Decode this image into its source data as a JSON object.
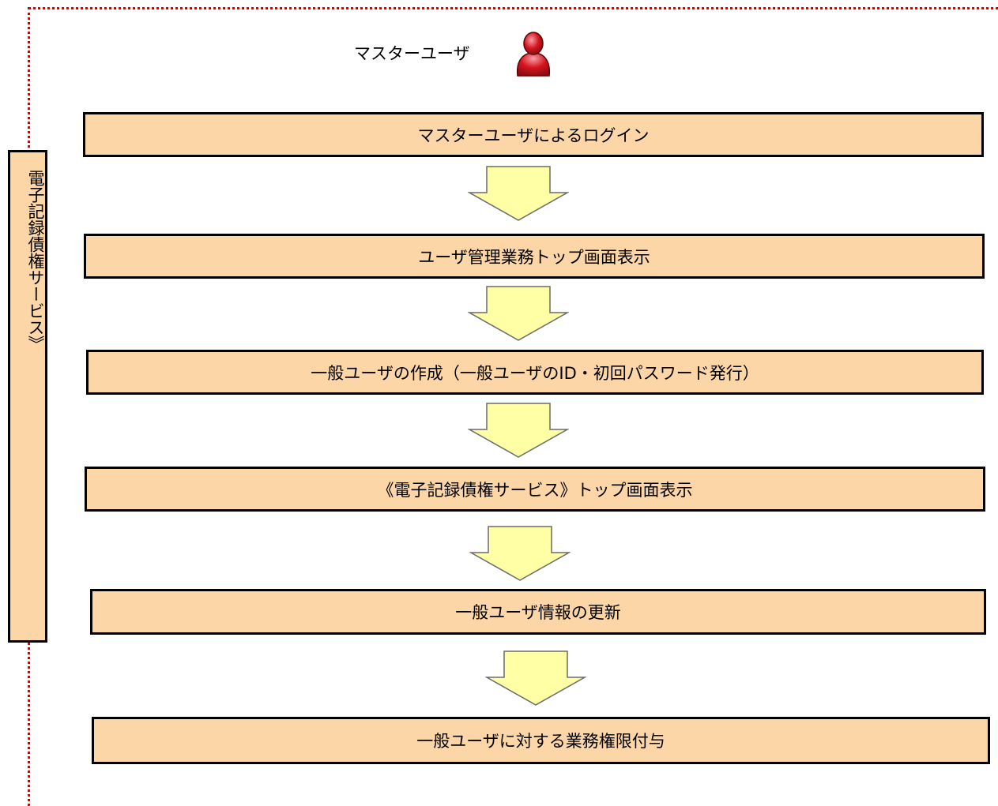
{
  "actor": {
    "label": "マスターユーザ",
    "icon": "user-icon",
    "icon_color": "#d4141e"
  },
  "side_label": "電子記録債権サービス》",
  "steps": [
    "マスターユーザによるログイン",
    "ユーザ管理業務トップ画面表示",
    "一般ユーザの作成（一般ユーザのID・初回パスワード発行）",
    "《電子記録債権サービス》トップ画面表示",
    "一般ユーザ情報の更新",
    "一般ユーザに対する業務権限付与"
  ],
  "colors": {
    "step_fill": "#fcd6a7",
    "arrow_fill": "#ffffa6",
    "frame": "#e00000"
  }
}
